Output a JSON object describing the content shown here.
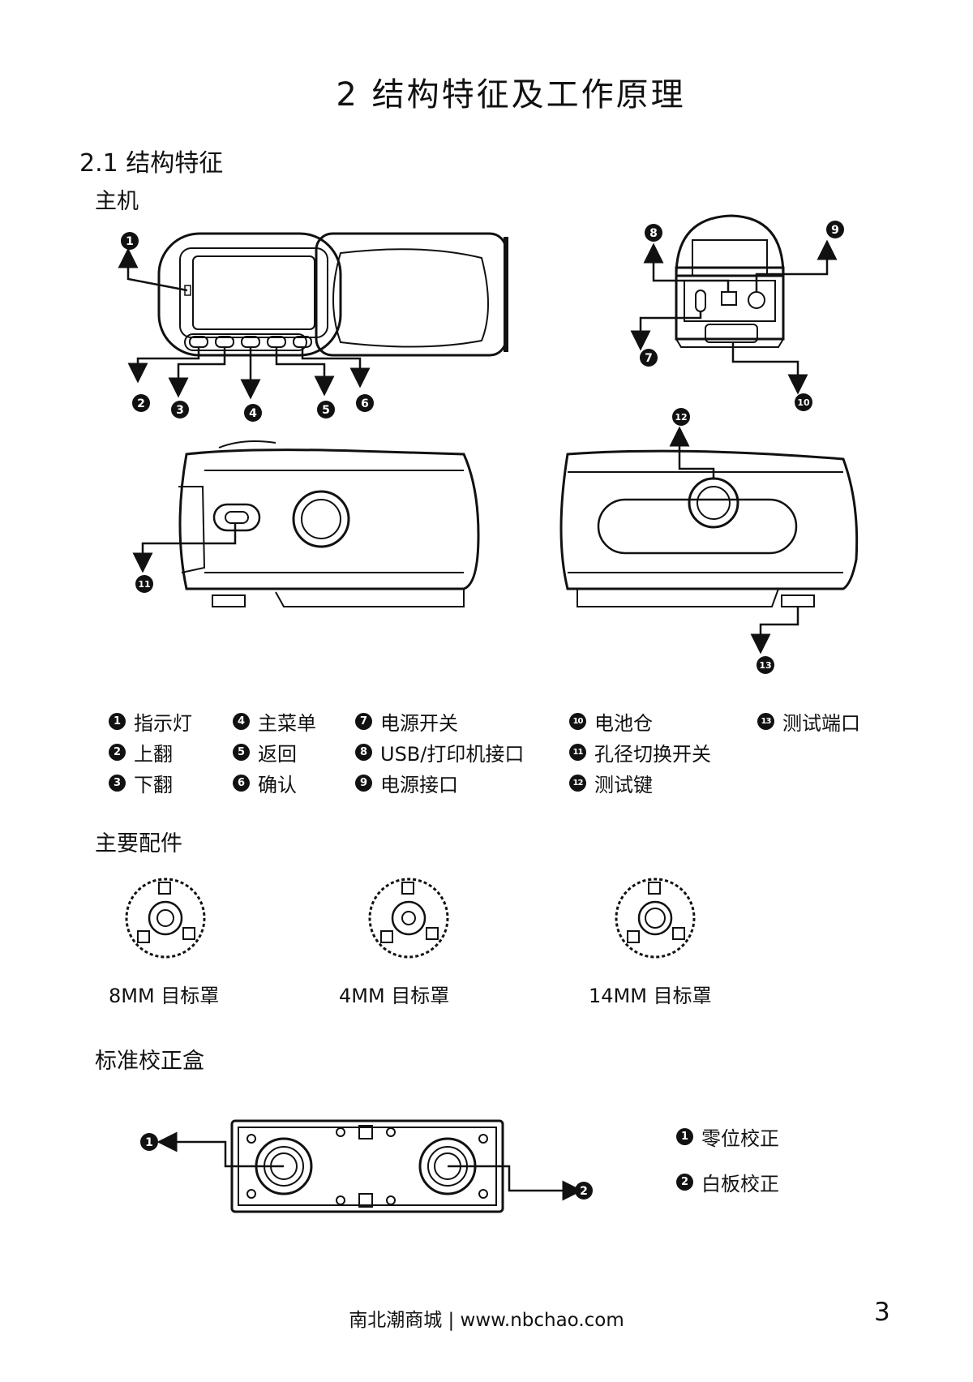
{
  "chapter_title": "2 结构特征及工作原理",
  "section_title": "2.1  结构特征",
  "host_title": "主机",
  "callout_numbers": [
    "1",
    "2",
    "3",
    "4",
    "5",
    "6",
    "7",
    "8",
    "9",
    "10",
    "11",
    "12",
    "13"
  ],
  "legend": [
    {
      "n": "1",
      "label": "指示灯"
    },
    {
      "n": "2",
      "label": "上翻"
    },
    {
      "n": "3",
      "label": "下翻"
    },
    {
      "n": "4",
      "label": "主菜单"
    },
    {
      "n": "5",
      "label": "返回"
    },
    {
      "n": "6",
      "label": "确认"
    },
    {
      "n": "7",
      "label": "电源开关"
    },
    {
      "n": "8",
      "label": "USB/打印机接口"
    },
    {
      "n": "9",
      "label": "电源接口"
    },
    {
      "n": "10",
      "label": "电池仓"
    },
    {
      "n": "11",
      "label": "孔径切换开关"
    },
    {
      "n": "12",
      "label": "测试键"
    },
    {
      "n": "13",
      "label": "测试端口"
    }
  ],
  "accessories_title": "主要配件",
  "accessories": [
    "8MM 目标罩",
    "4MM 目标罩",
    "14MM 目标罩"
  ],
  "calibration_title": "标准校正盒",
  "calibration_legend": [
    {
      "n": "1",
      "label": "零位校正"
    },
    {
      "n": "2",
      "label": "白板校正"
    }
  ],
  "footer": "南北潮商城 | www.nbchao.com",
  "page_number": "3"
}
